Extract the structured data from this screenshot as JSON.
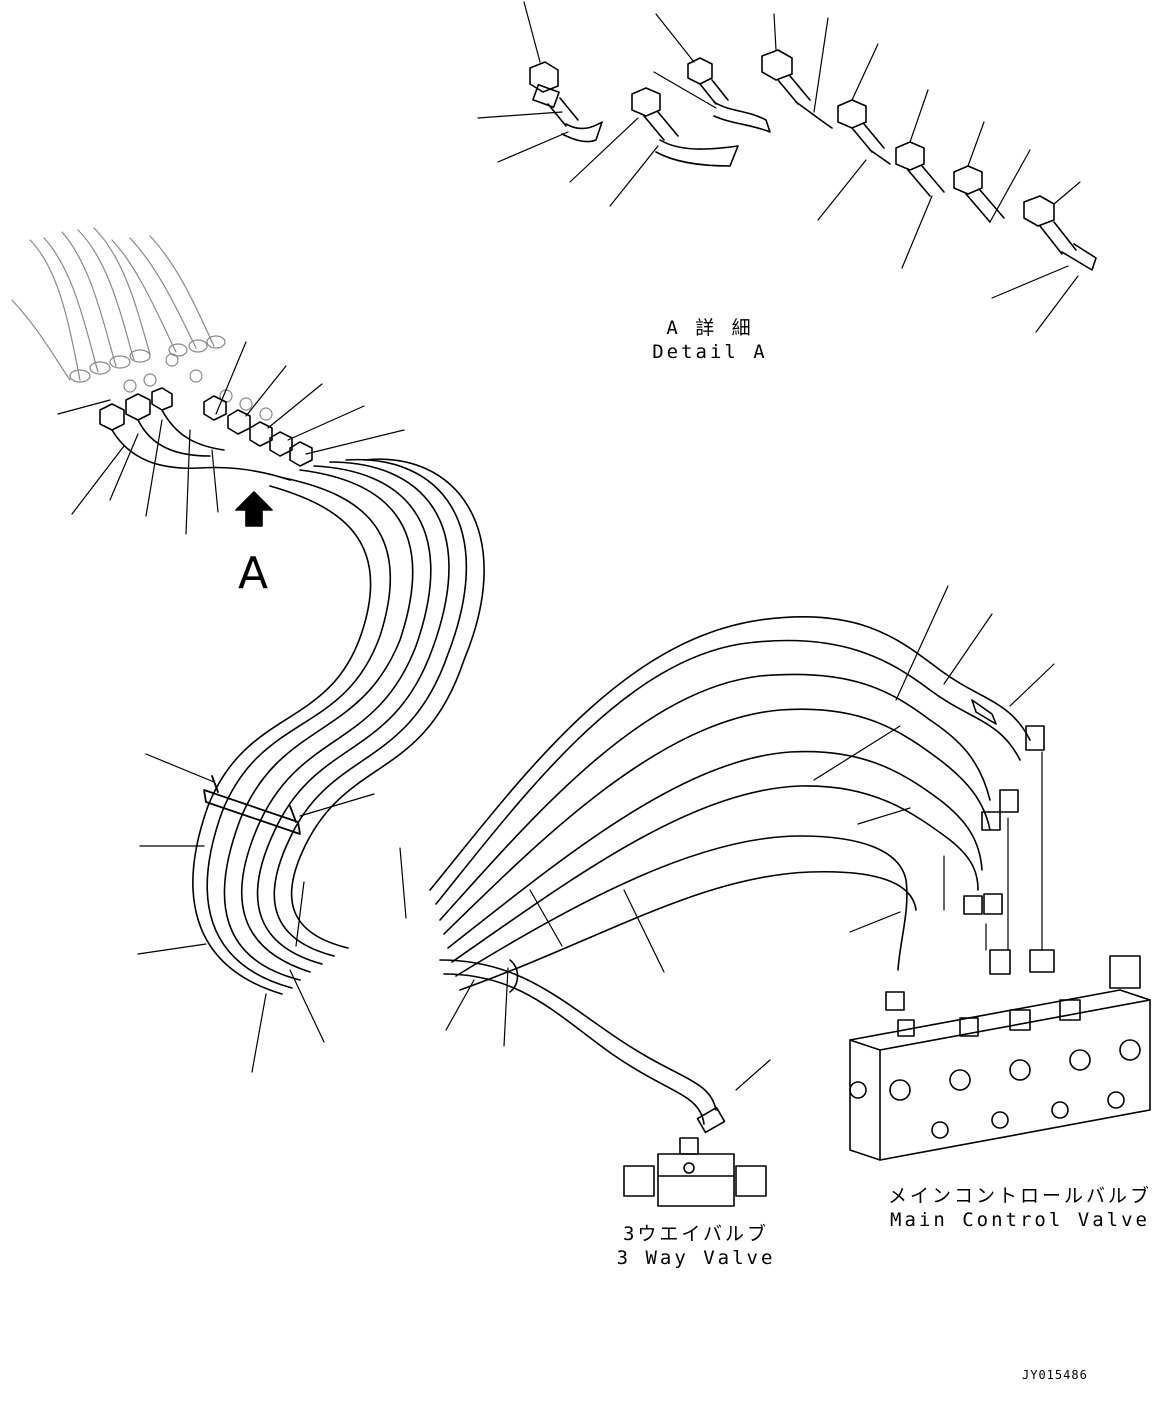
{
  "detail": {
    "title_jp": "A 詳 細",
    "title_en": "Detail A"
  },
  "view_marker": "A",
  "three_way_valve": {
    "label_jp": "3ウエイバルブ",
    "label_en": "3 Way Valve"
  },
  "main_control_valve": {
    "label_jp": "メインコントロールバルブ",
    "label_en": "Main Control Valve"
  },
  "drawing_code": "JY015486"
}
